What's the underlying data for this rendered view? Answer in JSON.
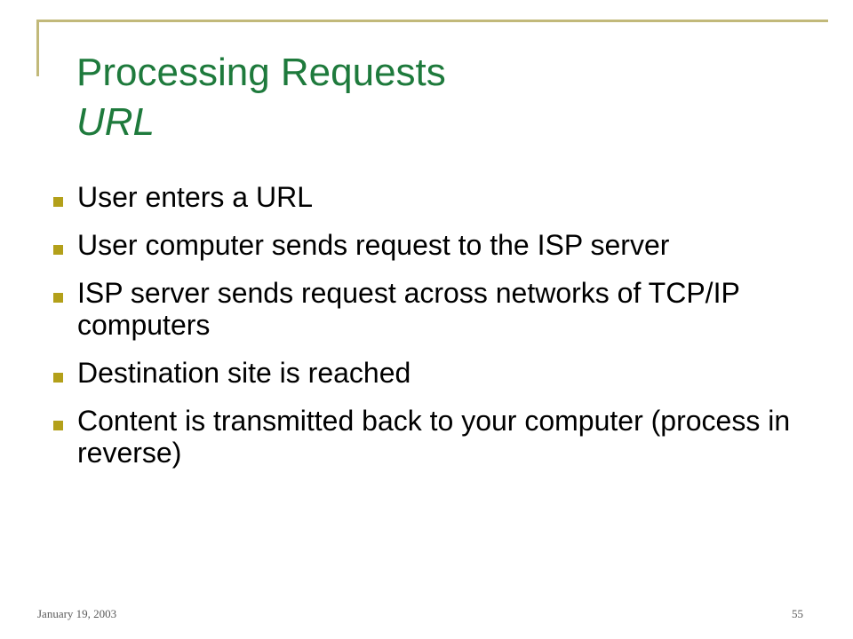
{
  "slide": {
    "title": "Processing Requests",
    "subtitle": "URL",
    "bullets": [
      "User enters a URL",
      "User computer sends request to the ISP server",
      "ISP server sends request across networks of TCP/IP computers",
      "Destination site is reached",
      "Content is transmitted back to your computer (process in reverse)"
    ],
    "footer": {
      "date": "January 19, 2003",
      "page_number": "55"
    }
  },
  "colors": {
    "title": "#1e7a3c",
    "frame": "#c2b97a",
    "bullet_marker": "#b3a01a"
  },
  "icons": {
    "bullet": "square-bullet-icon"
  }
}
